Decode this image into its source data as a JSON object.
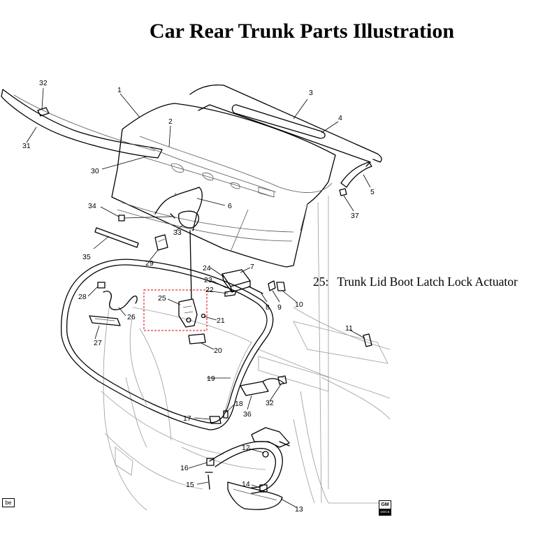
{
  "title": "Car Rear Trunk Parts Illustration",
  "callout": {
    "number": "25:",
    "text": "Trunk Lid Boot Latch Lock Actuator"
  },
  "part_labels": [
    "1",
    "2",
    "3",
    "4",
    "5",
    "6",
    "7",
    "8",
    "9",
    "10",
    "11",
    "12",
    "13",
    "14",
    "15",
    "16",
    "17",
    "18",
    "19",
    "20",
    "21",
    "22",
    "23",
    "24",
    "25",
    "26",
    "27",
    "28",
    "29",
    "30",
    "31",
    "32",
    "33",
    "34",
    "35",
    "36",
    "37"
  ],
  "badge_left": "be",
  "badge_right_top": "GM",
  "badge_right_bottom": "DOCS"
}
